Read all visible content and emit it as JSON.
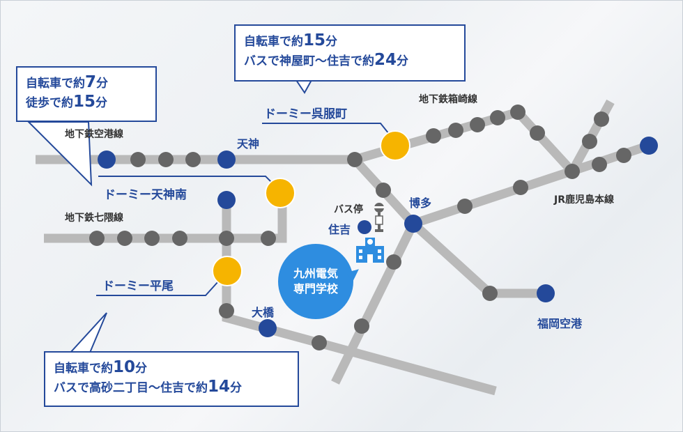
{
  "callouts": {
    "tenjin_minami": {
      "line1_prefix": "自転車で約",
      "line1_value": "7",
      "line1_suffix": "分",
      "line2_prefix": "徒歩で約",
      "line2_value": "15",
      "line2_suffix": "分"
    },
    "gofukumachi": {
      "line1_prefix": "自転車で約",
      "line1_value": "15",
      "line1_suffix": "分",
      "line2_prefix": "バスで神屋町～住吉で約",
      "line2_value": "24",
      "line2_suffix": "分"
    },
    "hirao": {
      "line1_prefix": "自転車で約",
      "line1_value": "10",
      "line1_suffix": "分",
      "line2_prefix": "バスで高砂二丁目～住吉で約",
      "line2_value": "14",
      "line2_suffix": "分"
    }
  },
  "lines": {
    "kuko": "地下鉄空港線",
    "hakozaki": "地下鉄箱崎線",
    "nanakuma": "地下鉄七隈線",
    "kagoshima": "JR鹿児島本線"
  },
  "stations": {
    "tenjin": "天神",
    "hakata": "博多",
    "ohashi": "大橋",
    "sumiyoshi": "住吉",
    "airport": "福岡空港",
    "bus_stop": "バス停"
  },
  "dorms": {
    "gofukumachi": "ドーミー呉服町",
    "tenjin_minami": "ドーミー天神南",
    "hirao": "ドーミー平尾"
  },
  "school": {
    "line1": "九州電気",
    "line2": "専門学校"
  },
  "colors": {
    "rail": "#b9b9b9",
    "stop": "#666666",
    "station": "#24499a",
    "dorm": "#f6b400",
    "accent": "#24499a",
    "school": "#2e8de0"
  }
}
